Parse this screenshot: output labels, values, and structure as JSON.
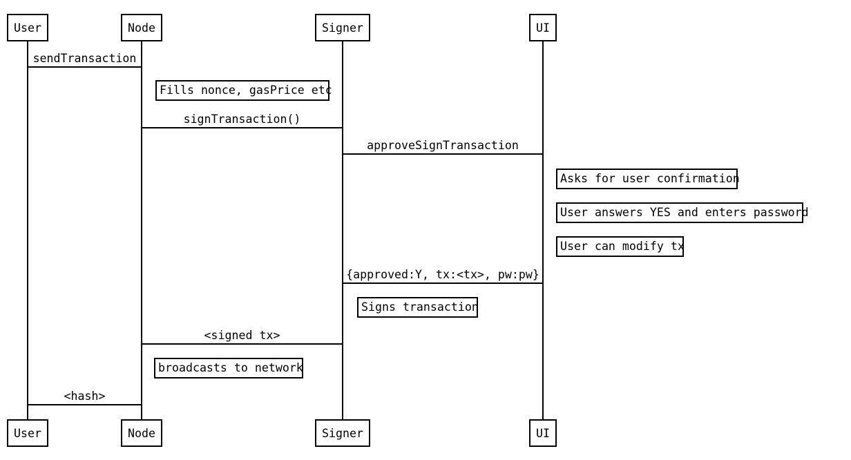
{
  "colors": {
    "stroke": "#000000",
    "background": "#ffffff"
  },
  "actors": [
    {
      "label": "User"
    },
    {
      "label": "Node"
    },
    {
      "label": "Signer"
    },
    {
      "label": "UI"
    }
  ],
  "messages": [
    {
      "from": "User",
      "to": "Node",
      "label": "sendTransaction"
    },
    {
      "from": "Node",
      "to": "Signer",
      "label": "signTransaction()"
    },
    {
      "from": "Signer",
      "to": "UI",
      "label": "approveSignTransaction"
    },
    {
      "from": "UI",
      "to": "Signer",
      "label": "{approved:Y, tx:<tx>, pw:pw}"
    },
    {
      "from": "Signer",
      "to": "Node",
      "label": "<signed tx>"
    },
    {
      "from": "Node",
      "to": "User",
      "label": "<hash>"
    }
  ],
  "notes": [
    {
      "over": "Node",
      "label": "Fills nonce, gasPrice etc"
    },
    {
      "over": "UI",
      "label": "Asks for user confirmation"
    },
    {
      "over": "UI",
      "label": "User answers YES and enters password"
    },
    {
      "over": "UI",
      "label": "User can modify tx"
    },
    {
      "over": "Signer",
      "label": "Signs transaction"
    },
    {
      "over": "Node",
      "label": "broadcasts to network"
    }
  ]
}
